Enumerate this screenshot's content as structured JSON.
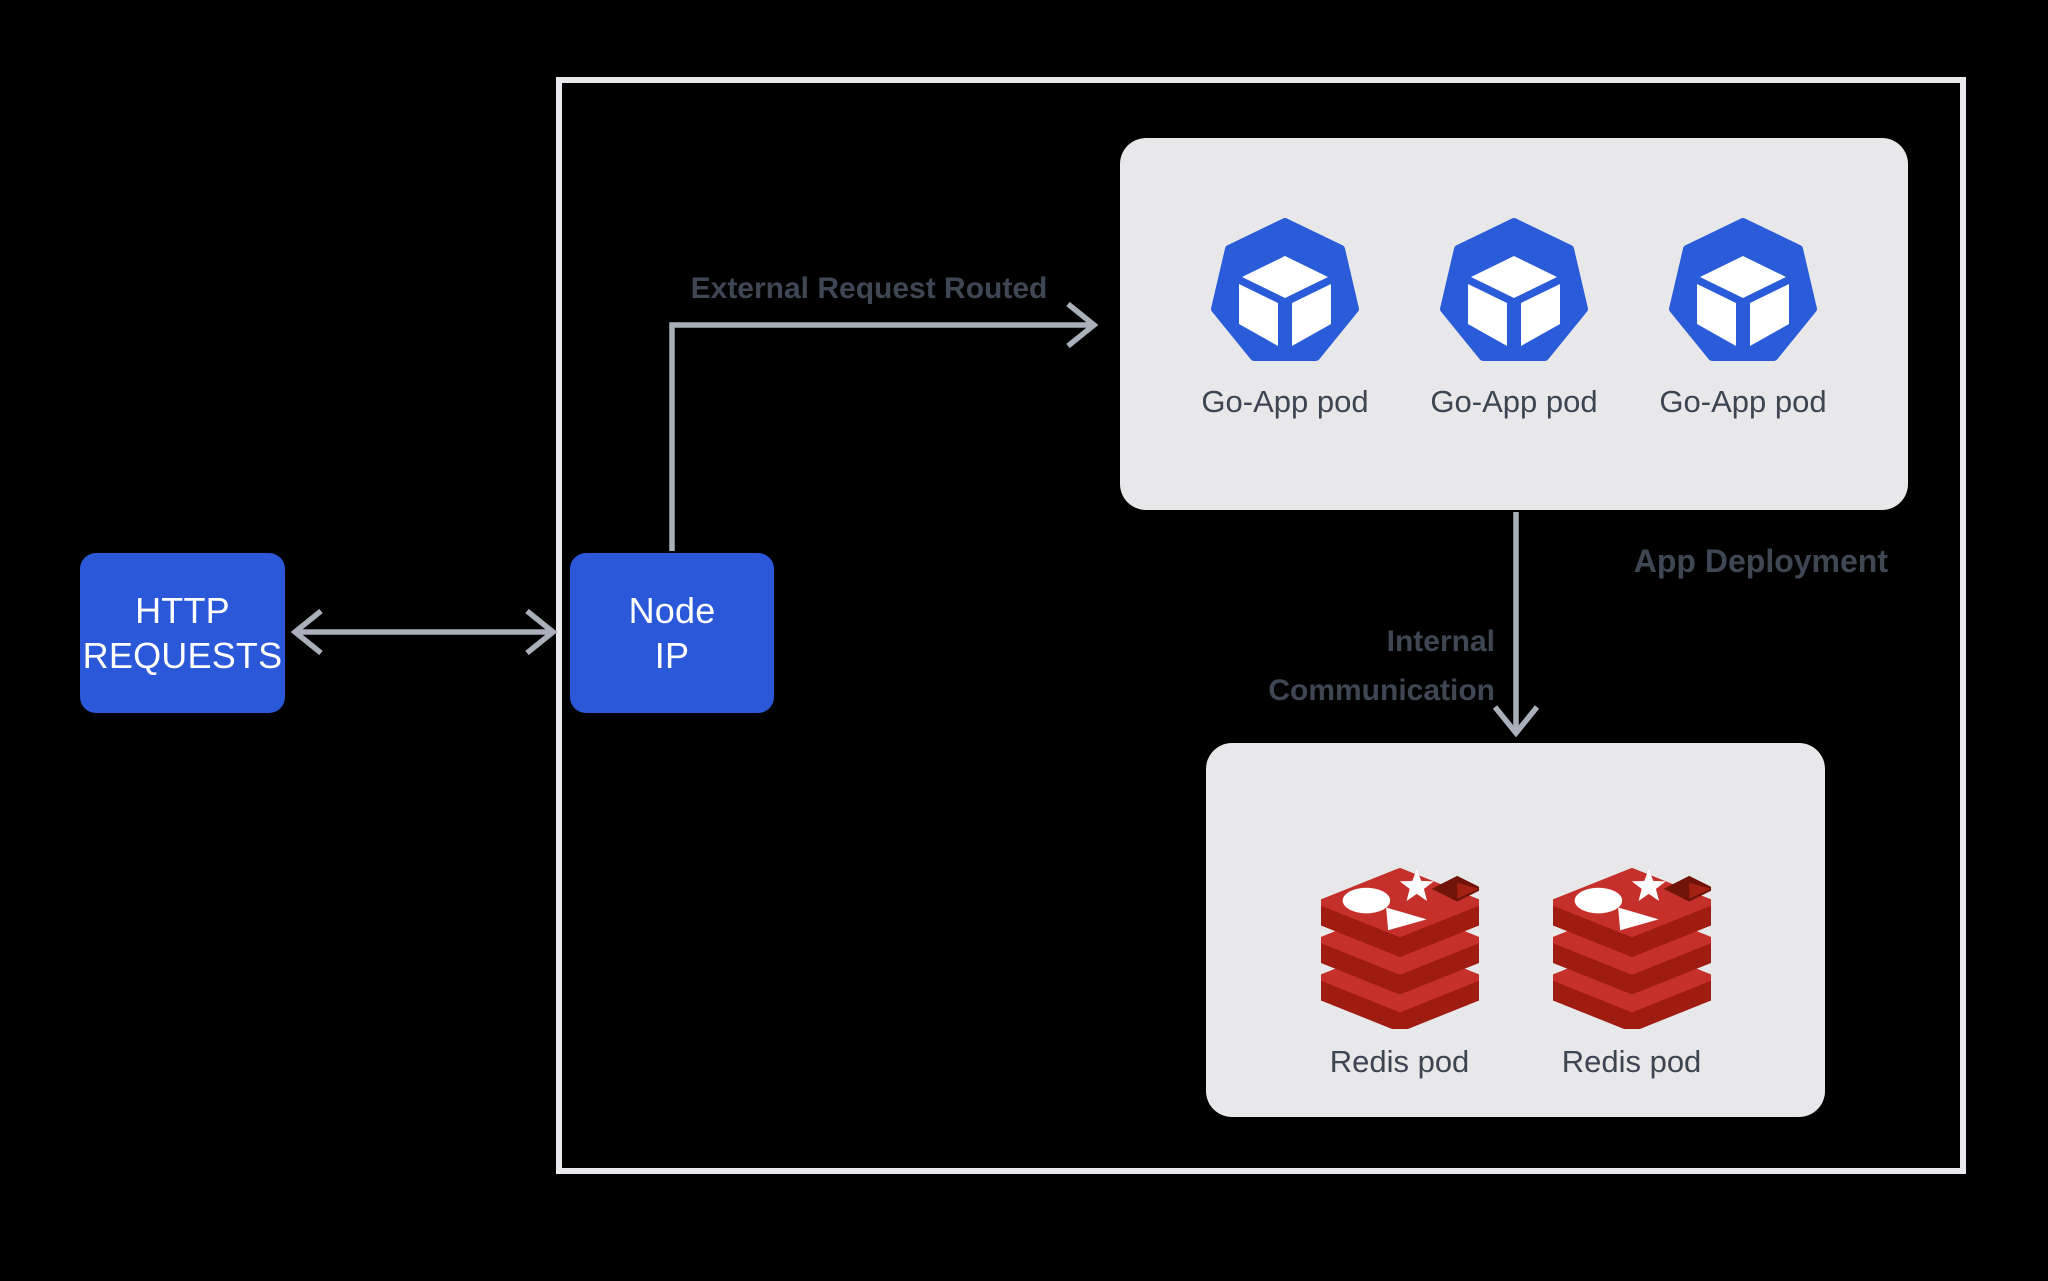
{
  "diagram": {
    "nodes": {
      "http_requests": {
        "label": "HTTP\nREQUESTS"
      },
      "node_ip": {
        "label": "Node\nIP"
      }
    },
    "edge_labels": {
      "external": "External Request Routed",
      "internal": "Internal\nCommunication"
    },
    "app_deployment": {
      "caption": "App Deployment",
      "pods": [
        "Go-App pod",
        "Go-App pod",
        "Go-App pod"
      ]
    },
    "redis_deployment": {
      "pods": [
        "Redis pod",
        "Redis pod"
      ]
    },
    "colors": {
      "background": "#000000",
      "node_blue": "#2b58d9",
      "kubernetes_blue": "#2a5cd9",
      "panel_gray": "#e8e8eb",
      "cluster_border": "#e9e9ee",
      "arrow_gray": "#a9b0ba",
      "label_dark": "#3f4654",
      "pod_label_gray": "#3d4452",
      "redis_red": "#c6302b",
      "redis_dark_red": "#9f1c11",
      "redis_hole": "#701308",
      "redis_hole_light": "#a22113",
      "icon_white": "#ffffff"
    }
  }
}
